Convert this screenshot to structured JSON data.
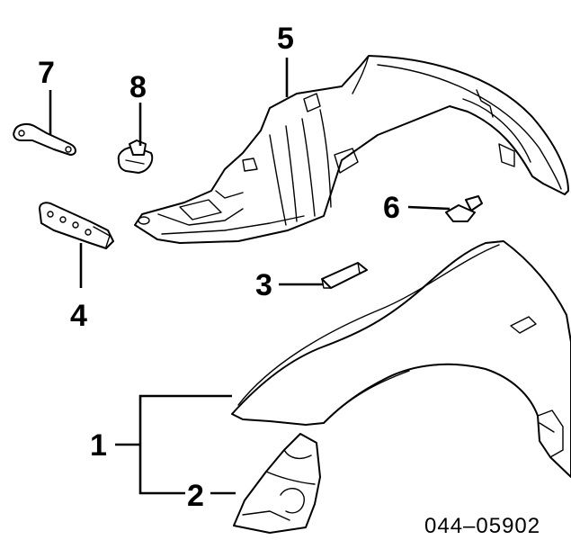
{
  "callouts": {
    "c1": "1",
    "c2": "2",
    "c3": "3",
    "c4": "4",
    "c5": "5",
    "c6": "6",
    "c7": "7",
    "c8": "8"
  },
  "diagram_code": "044–05902"
}
